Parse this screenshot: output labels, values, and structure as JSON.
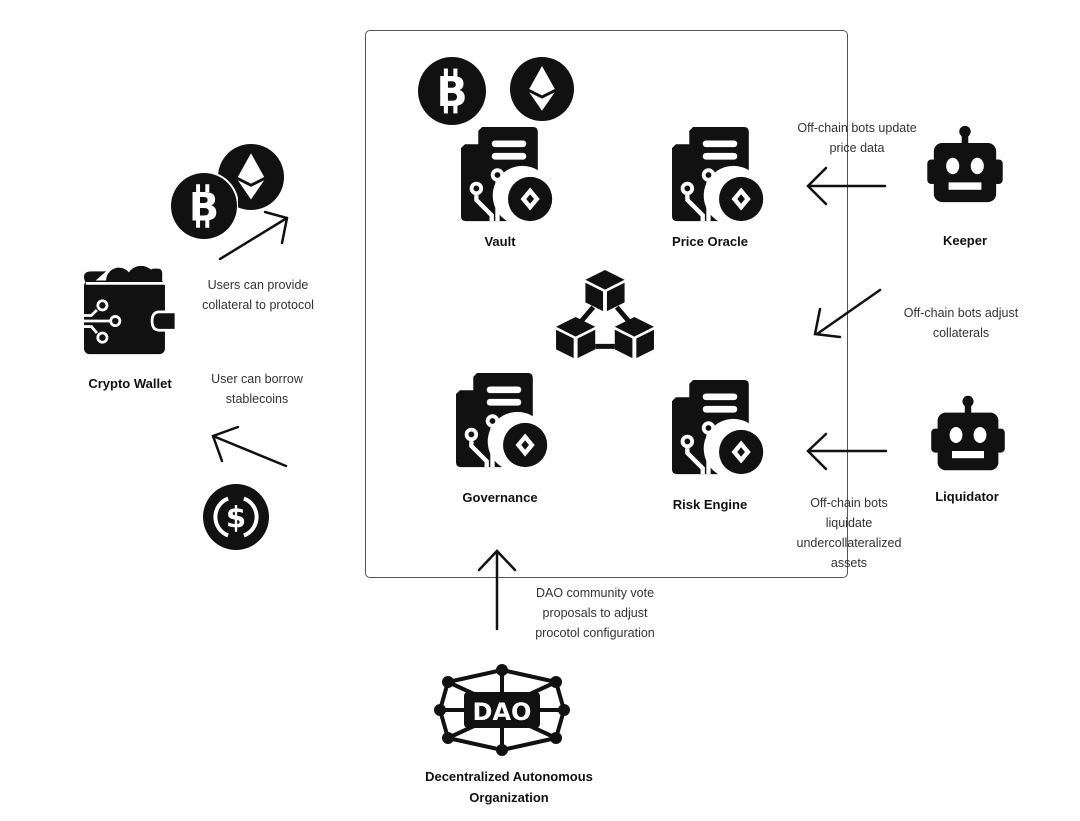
{
  "diagram": {
    "nodes": {
      "vault": {
        "label": "Vault"
      },
      "price_oracle": {
        "label": "Price Oracle"
      },
      "governance": {
        "label": "Governance"
      },
      "risk_engine": {
        "label": "Risk Engine"
      },
      "keeper": {
        "label": "Keeper"
      },
      "liquidator": {
        "label": "Liquidator"
      },
      "crypto_wallet": {
        "label": "Crypto Wallet"
      },
      "dao": {
        "label_line1": "Decentralized Autonomous",
        "label_line2": "Organization",
        "badge_text": "DAO"
      }
    },
    "edges": {
      "keeper_to_oracle": {
        "line1": "Off-chain bots update",
        "line2": "price data"
      },
      "keeper_to_risk": {
        "line1": "Off-chain bots adjust",
        "line2": "collaterals"
      },
      "liquidator_to_risk": {
        "line1": "Off-chain bots",
        "line2": "liquidate",
        "line3": "undercollateralized",
        "line4": "assets"
      },
      "wallet_to_protocol": {
        "line1": "Users can provide",
        "line2": "collateral to protocol"
      },
      "protocol_to_wallet": {
        "line1": "User can borrow",
        "line2": "stablecoins"
      },
      "dao_to_governance": {
        "line1": "DAO community vote",
        "line2": "proposals to adjust",
        "line3": "procotol configuration"
      }
    },
    "icons": [
      "bitcoin-icon",
      "ethereum-icon",
      "smart-contract-icon",
      "robot-icon",
      "wallet-icon",
      "usdc-icon",
      "blockchain-icon",
      "dao-icon"
    ]
  }
}
